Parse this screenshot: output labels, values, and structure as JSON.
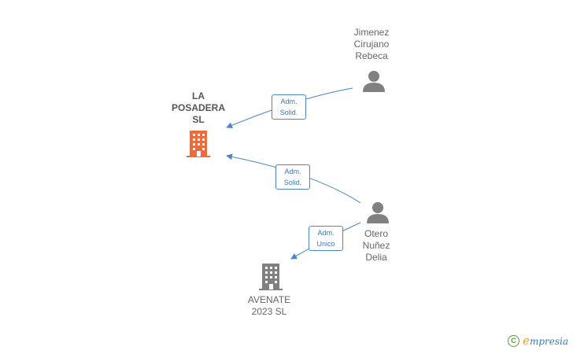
{
  "nodes": {
    "la_posadera": {
      "label": "LA\nPOSADERA\nSL",
      "color": "#f26a3a"
    },
    "avenate": {
      "label": "AVENATE\n2023  SL",
      "color": "#808080"
    },
    "jimenez": {
      "label": "Jimenez\nCirujano\nRebeca",
      "color": "#808080"
    },
    "otero": {
      "label": "Otero\nNuñez\nDelia",
      "color": "#808080"
    }
  },
  "edges": {
    "jimenez_to_posadera": "Adm.\nSolid.",
    "otero_to_posadera": "Adm.\nSolid.",
    "otero_to_avenate": "Adm.\nUnico"
  },
  "colors": {
    "edge": "#4a86c8"
  },
  "footer": {
    "copyright_symbol": "C",
    "brand_initial": "e",
    "brand_rest": "mpresia"
  }
}
